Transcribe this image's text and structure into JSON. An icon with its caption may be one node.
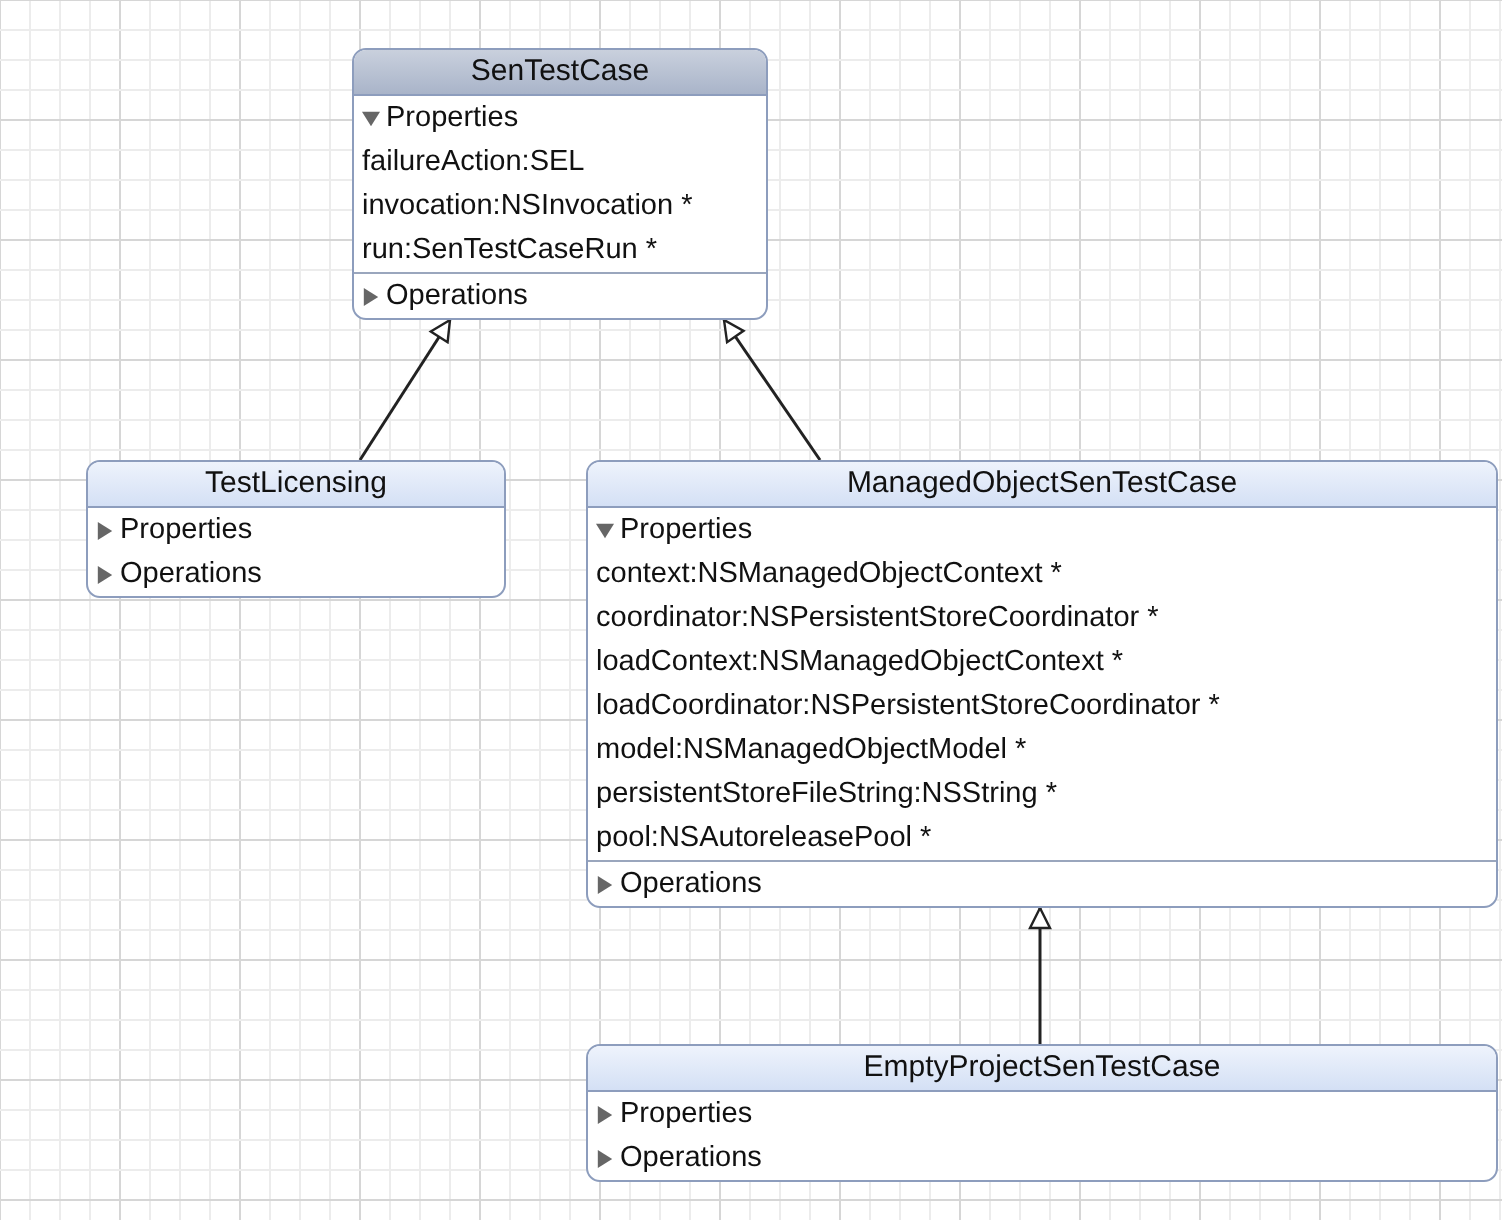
{
  "diagram": {
    "nodes": [
      {
        "text": [
          "SenTestCase",
          "Properties",
          "failureAction:SEL",
          "invocation:NSInvocation *",
          "run:SenTestCaseRun *",
          "Operations"
        ]
      },
      {
        "text": [
          "TestLicensing",
          "Properties",
          "Operations"
        ]
      },
      {
        "text": [
          "ManagedObjectSenTestCase",
          "Properties",
          "context:NSManagedObjectContext *",
          "coordinator:NSPersistentStoreCoordinator *",
          "loadContext:NSManagedObjectContext *",
          "loadCoordinator:NSPersistentStoreCoordinator *",
          "model:NSManagedObjectModel *",
          "persistentStoreFileString:NSString *",
          "pool:NSAutoreleasePool *",
          "Operations"
        ]
      },
      {
        "text": [
          "EmptyProjectSenTestCase",
          "Properties",
          "Operations"
        ]
      }
    ],
    "edges": [
      {
        "from": 1,
        "to": 0,
        "arrow": "to"
      },
      {
        "from": 2,
        "to": 0,
        "arrow": "to"
      },
      {
        "from": 3,
        "to": 2,
        "arrow": "to"
      }
    ]
  }
}
